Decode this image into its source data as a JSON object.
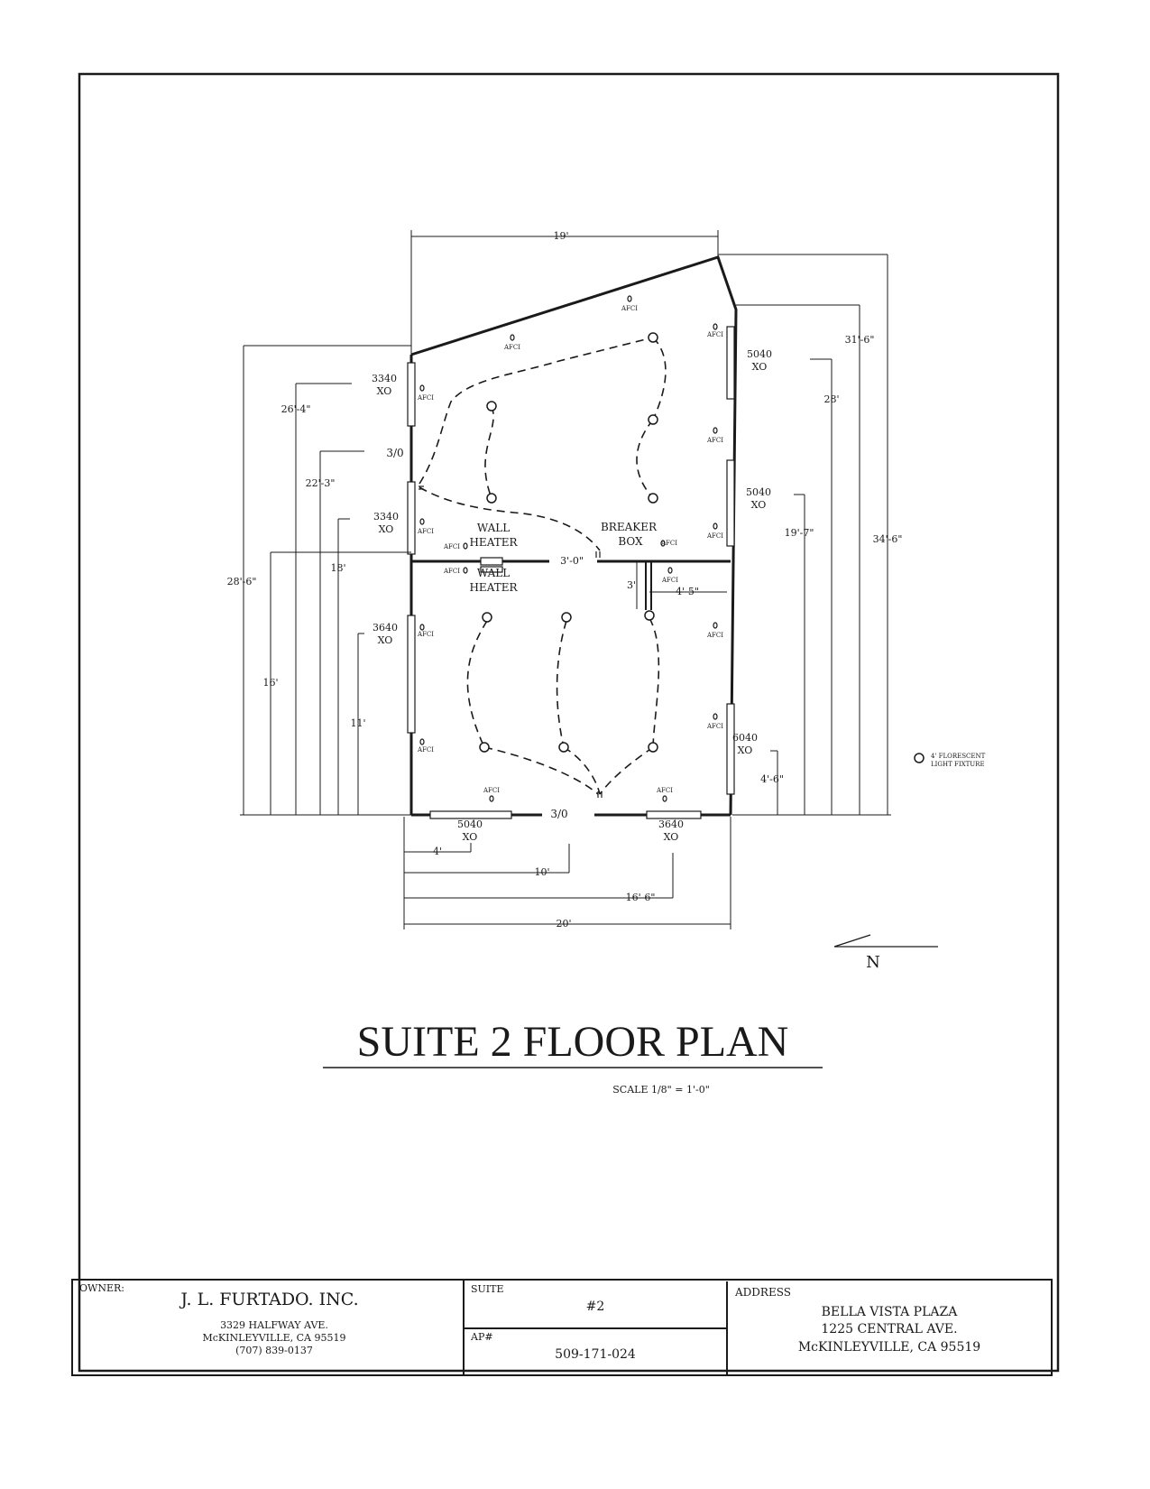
{
  "plan": {
    "title": "SUITE 2 FLOOR PLAN",
    "scale": "SCALE 1/8\" = 1'-0\"",
    "north": "N",
    "legend": {
      "line1": "4' FLORESCENT",
      "line2": "LIGHT FIXTURE"
    }
  },
  "dims": {
    "top_width": "19'",
    "bottom_width": "20'",
    "d_16_6": "16'-6\"",
    "d_10": "10'",
    "d_4": "4'",
    "d_31_6": "31'-6\"",
    "d_28": "28'",
    "d_34_6": "34'-6\"",
    "d_19_7": "19'-7\"",
    "d_4_6": "4'-6\"",
    "d_26_4": "26'-4\"",
    "d_22_3": "22'-3\"",
    "d_28_6": "28'-6\"",
    "d_18": "18'",
    "d_16": "16'",
    "d_11": "11'",
    "d_3_0": "3'-0\"",
    "d_3": "3'",
    "d_4_5": "4'-5\""
  },
  "windows": {
    "w1": "3340",
    "w2": "3340",
    "w3": "3640",
    "w4": "5040",
    "w5": "5040",
    "w6": "6040",
    "w7": "5040",
    "w8": "3640",
    "xo": "XO"
  },
  "doors": {
    "d1": "3/0",
    "d2": "3/0"
  },
  "labels": {
    "wall": "WALL",
    "heater": "HEATER",
    "breaker": "BREAKER",
    "box": "BOX",
    "afci": "AFCI"
  },
  "title_block": {
    "owner_label": "OWNER:",
    "owner_name": "J. L. FURTADO. INC.",
    "owner_addr1": "3329 HALFWAY AVE.",
    "owner_addr2": "McKINLEYVILLE, CA 95519",
    "owner_phone": "(707) 839-0137",
    "suite_label": "SUITE",
    "suite_value": "#2",
    "ap_label": "AP#",
    "ap_value": "509-171-024",
    "address_label": "ADDRESS",
    "address1": "BELLA VISTA PLAZA",
    "address2": "1225 CENTRAL AVE.",
    "address3": "McKINLEYVILLE, CA 95519"
  }
}
